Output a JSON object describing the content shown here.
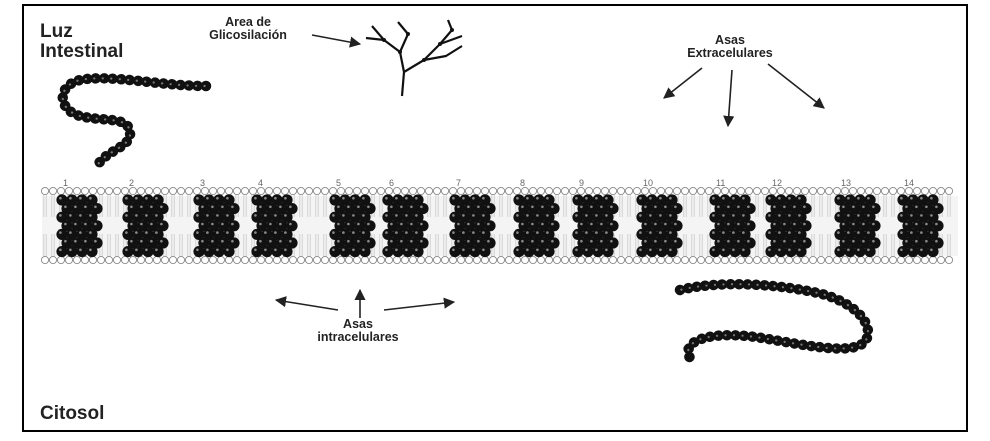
{
  "labels": {
    "lumen": [
      "Luz",
      "Intestinal"
    ],
    "cytosol": "Citosol",
    "glyco": [
      "Area de",
      "Glicosilación"
    ],
    "extra": [
      "Asas",
      "Extracelulares"
    ],
    "intra": [
      "Asas",
      "intracelulares"
    ]
  },
  "segment_numbers": [
    "1",
    "2",
    "3",
    "4",
    "5",
    "6",
    "7",
    "8",
    "9",
    "10",
    "11",
    "12",
    "13",
    "14"
  ],
  "colors": {
    "bead": "#111111",
    "lipid": "#c8c8c8",
    "arrow": "#222222",
    "text": "#222222"
  }
}
